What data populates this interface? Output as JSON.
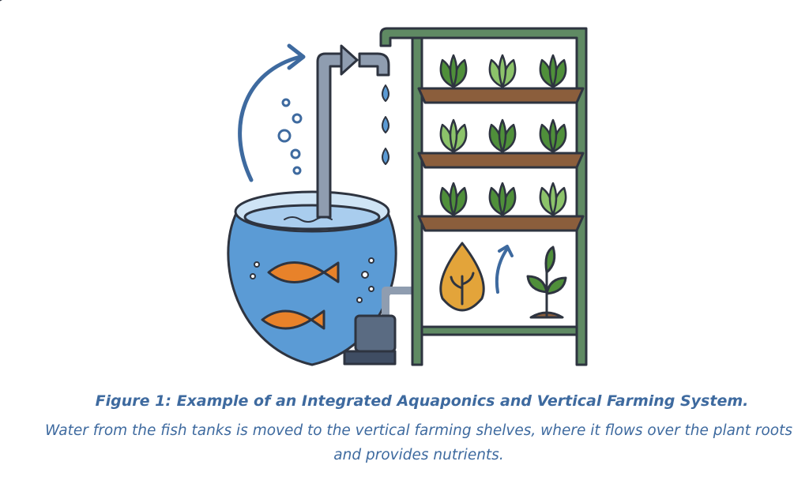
{
  "figure": {
    "title": "Figure 1: Example of an Integrated Aquaponics and Vertical Farming System.",
    "caption": "Water from the fish tanks is moved to the vertical farming shelves, where it flows over the plant roots and provides nutrients.",
    "illustration_parts": [
      "fish-tank",
      "water-pipe",
      "pump",
      "vertical-farming-shelves",
      "plants",
      "nutrient-drop"
    ]
  },
  "colors": {
    "caption": "#3e6a9f",
    "water": "#5b9bd5",
    "frame": "#5f8a63",
    "shelf": "#8b5e3c",
    "fish": "#e8822a",
    "leaf": "#4f8f3a",
    "pipe": "#8f9db0",
    "drop": "#e3a43a"
  }
}
